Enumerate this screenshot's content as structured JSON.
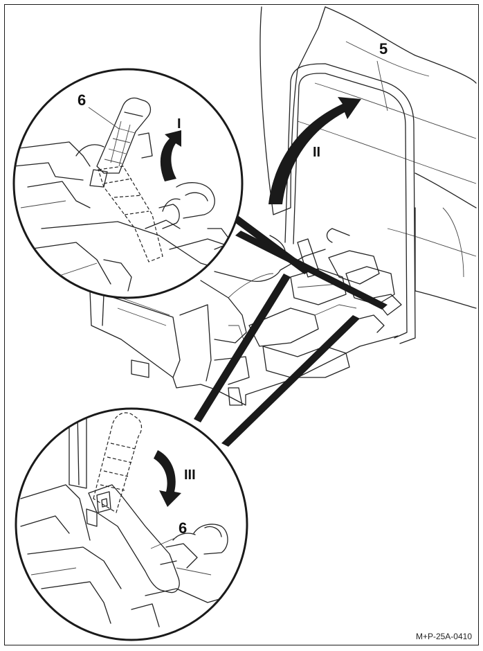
{
  "labels": {
    "part_5": "5",
    "part_6_upper": "6",
    "part_6_lower": "6",
    "step_I": "I",
    "step_II": "II",
    "step_III": "III"
  },
  "doc_ref": "M+P-25A-0410",
  "colors": {
    "line": "#222222",
    "background": "#ffffff",
    "arrow_fill": "#1a1a1a"
  }
}
